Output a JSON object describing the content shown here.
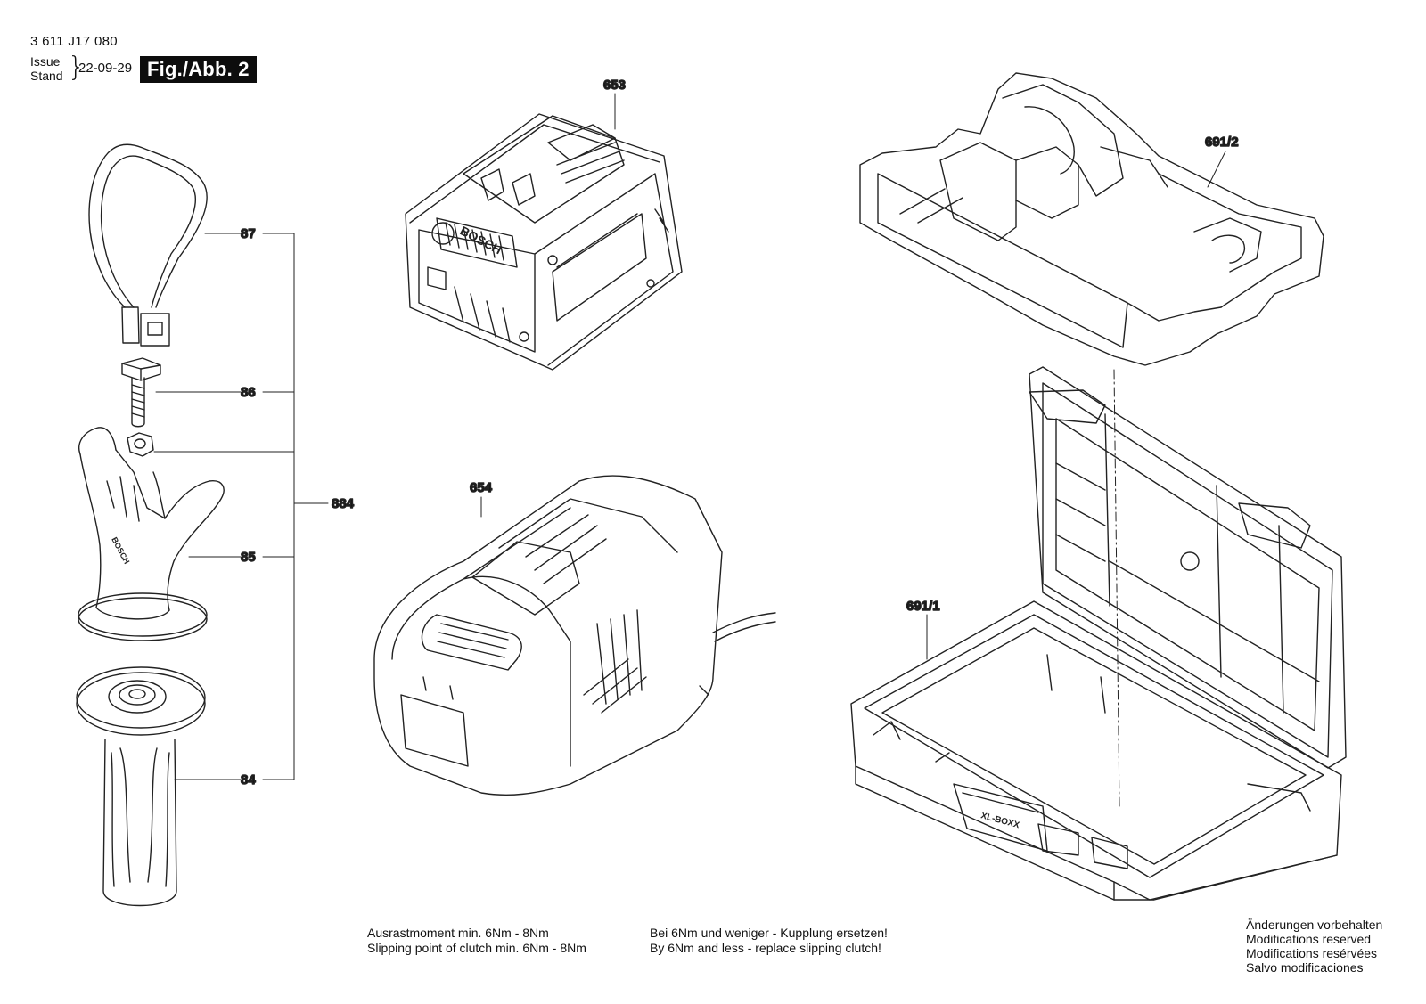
{
  "header": {
    "doc_number": "3 611 J17 080",
    "issue_label": "Issue",
    "stand_label": "Stand",
    "brace": "}",
    "issue_date": "22-09-29",
    "figure_label": "Fig./Abb. 2"
  },
  "callouts": {
    "strap": "87",
    "bolt": "86",
    "collar": "85",
    "handle": "84",
    "handle_assembly": "884",
    "battery": "653",
    "charger": "654",
    "case_insert": "691/2",
    "case": "691/1"
  },
  "notes": {
    "clutch_de": "Ausrastmoment min. 6Nm - 8Nm",
    "clutch_en": "Slipping point of clutch min. 6Nm - 8Nm",
    "replace_de": "Bei 6Nm und weniger - Kupplung ersetzen!",
    "replace_en": "By 6Nm and less - replace slipping clutch!"
  },
  "reserved": {
    "de": "Änderungen vorbehalten",
    "en": "Modifications reserved",
    "fr": "Modifications resérvées",
    "es": "Salvo modificaciones"
  },
  "part_markings": {
    "battery_brand": "BOSCH",
    "collar_brand": "BOSCH",
    "case_label": "XL-BOXX"
  }
}
